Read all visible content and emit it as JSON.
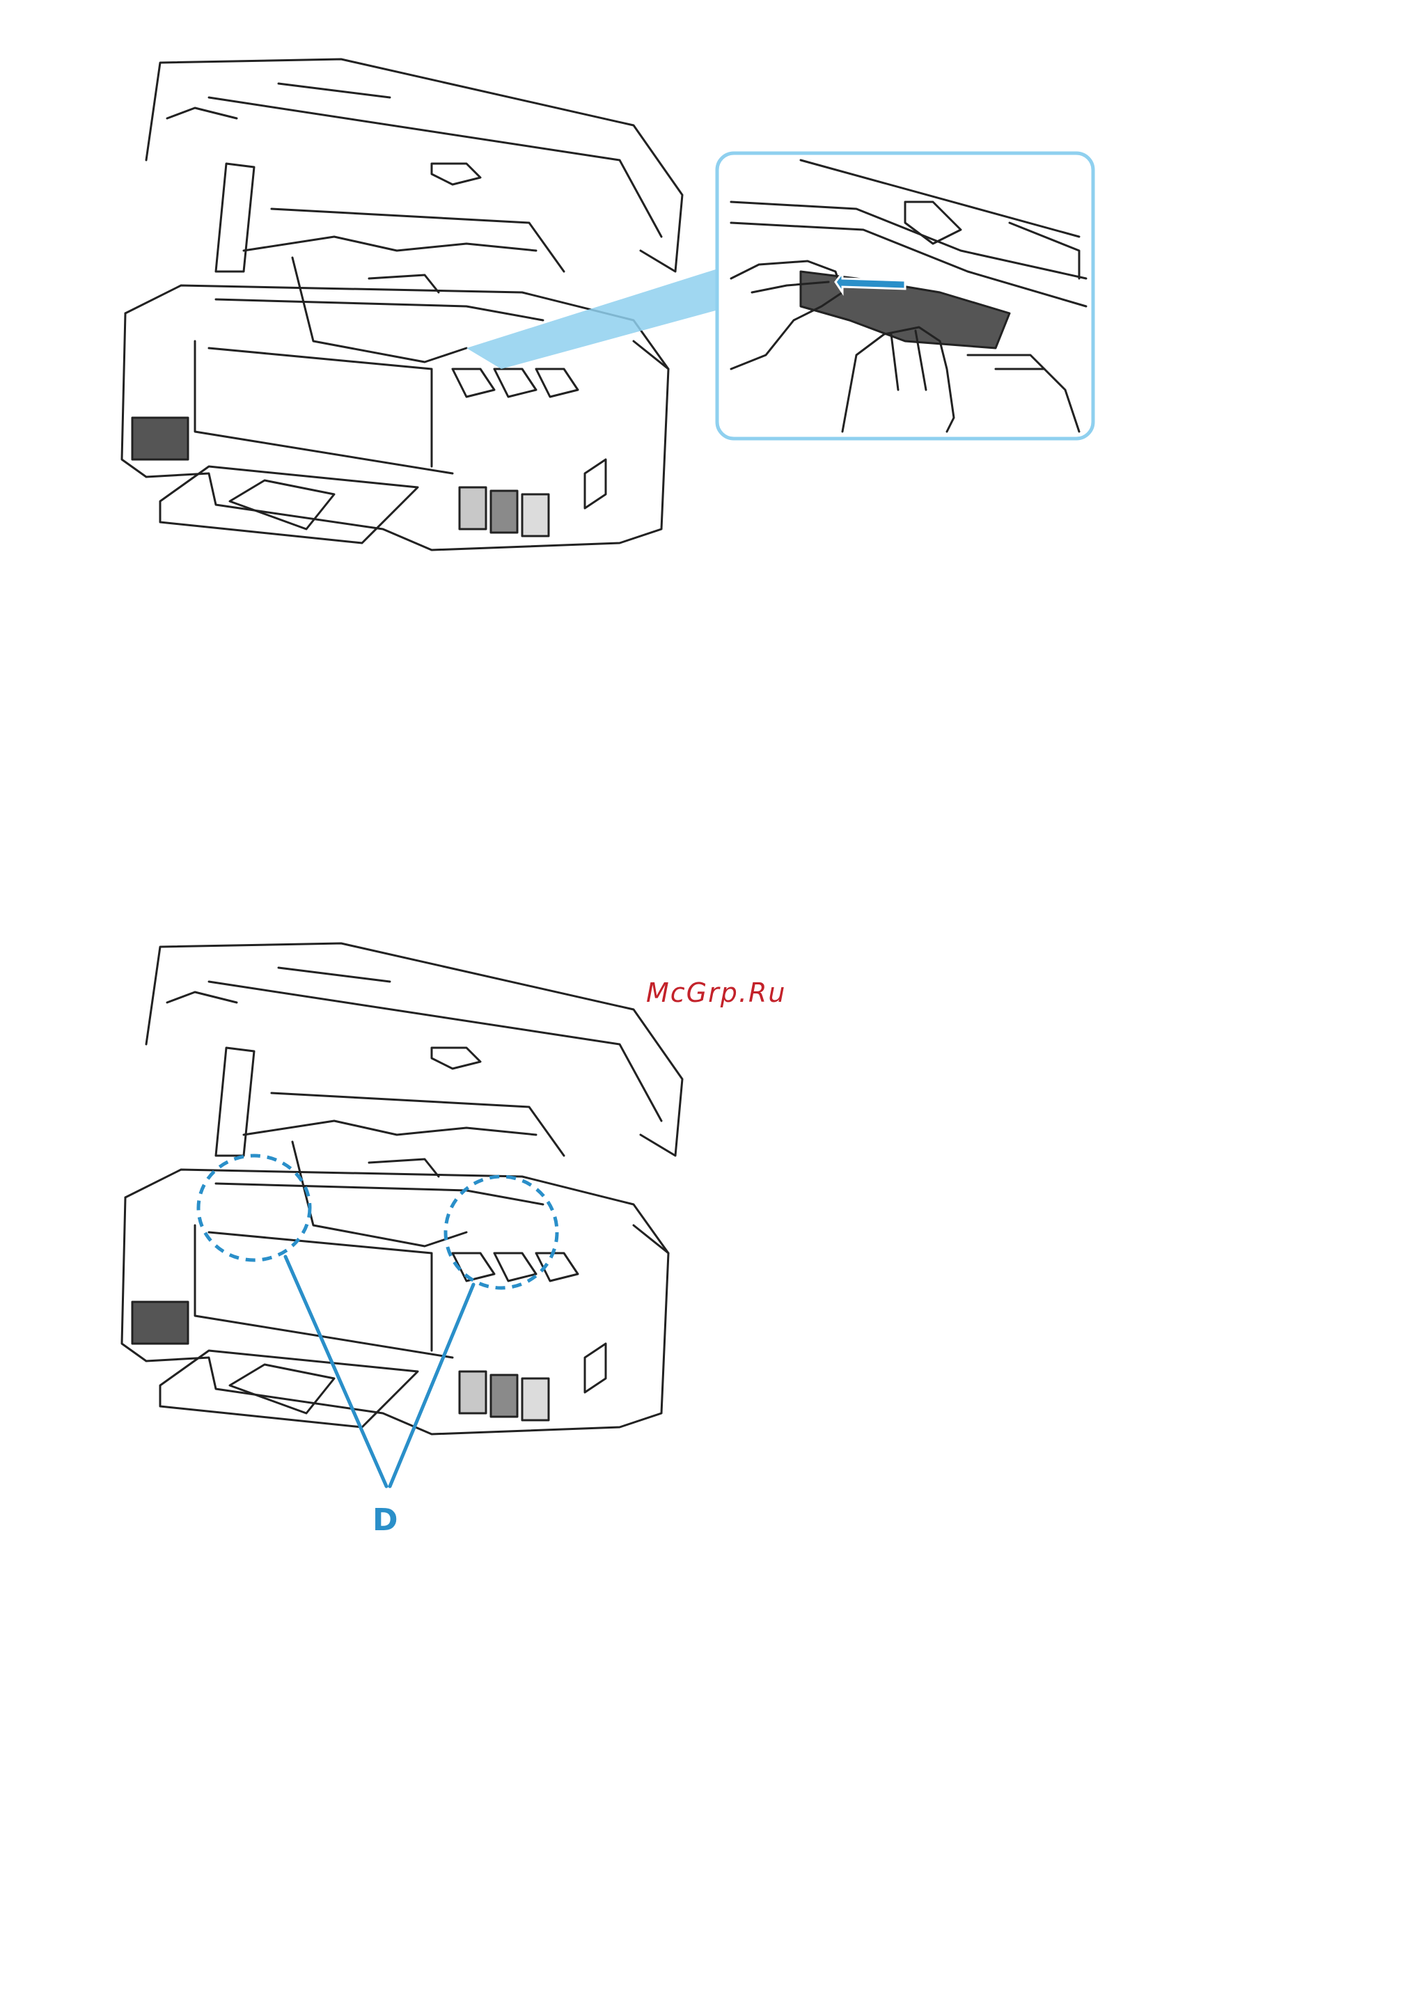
{
  "watermark": "McGrp.Ru",
  "figure2": {
    "callout_label": "D"
  },
  "icons": {
    "figure1_printer": "printer-scanner-open-illustration",
    "figure1_detail": "hands-removing-jammed-paper-detail",
    "figure1_arrow": "pull-direction-arrow",
    "figure2_printer": "printer-scanner-open-illustration",
    "figure2_highlights": "dashed-circle-highlight"
  },
  "colors": {
    "callout_blue": "#2a8fc9",
    "detail_frame": "#8fd0ef",
    "watermark_red": "#c3222a"
  }
}
